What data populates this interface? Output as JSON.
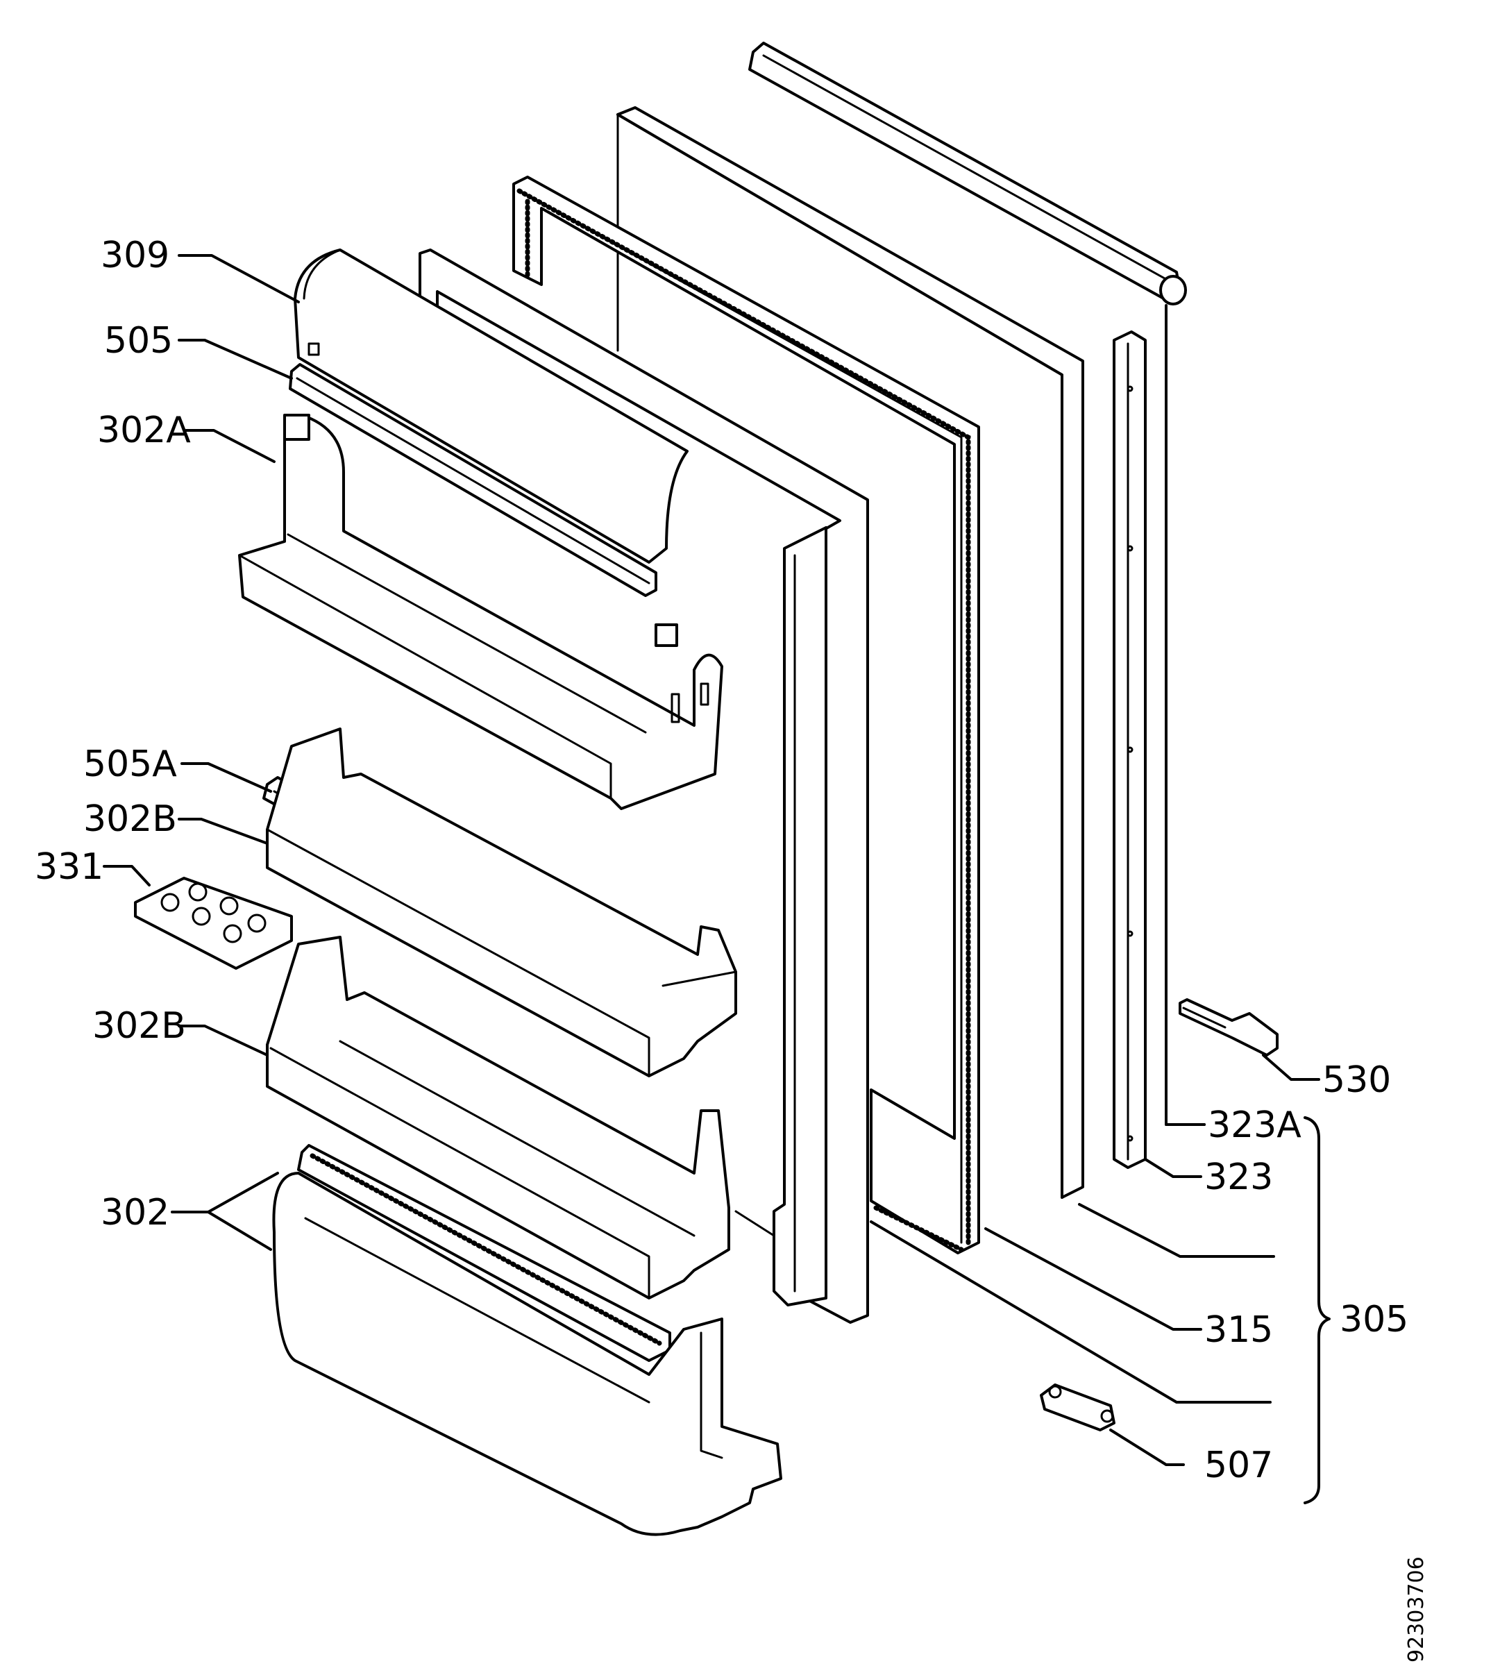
{
  "labels": {
    "l309": "309",
    "l505": "505",
    "l302A": "302A",
    "l505A": "505A",
    "l302B_top": "302B",
    "l331": "331",
    "l302B_bottom": "302B",
    "l302": "302",
    "l530": "530",
    "l323A": "323A",
    "l323": "323",
    "l315": "315",
    "l305": "305",
    "l507": "507"
  },
  "drawing_number": "92303706"
}
